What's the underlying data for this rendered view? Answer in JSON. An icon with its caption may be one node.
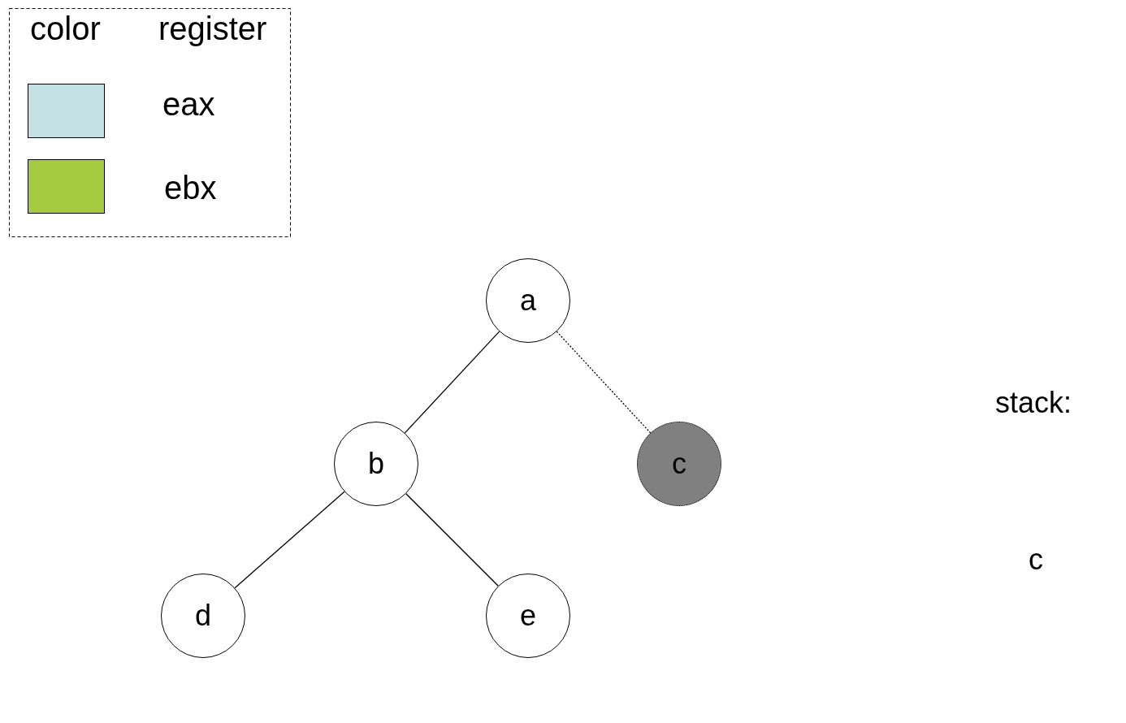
{
  "diagram": {
    "nodes": [
      {
        "text": [
          "a"
        ]
      },
      {
        "text": [
          "b"
        ]
      },
      {
        "text": [
          "c"
        ]
      },
      {
        "text": [
          "d"
        ]
      },
      {
        "text": [
          "e"
        ]
      }
    ],
    "edges": [
      {
        "from": 0,
        "to": 1,
        "arrow": "none"
      },
      {
        "from": 0,
        "to": 2,
        "arrow": "none",
        "style": "dashed"
      },
      {
        "from": 1,
        "to": 3,
        "arrow": "none"
      },
      {
        "from": 1,
        "to": 4,
        "arrow": "none"
      }
    ],
    "labels": [
      "color",
      "register",
      "stack:",
      "c"
    ],
    "legend": [
      {
        "text": "eax",
        "color": "#c4e2e4"
      },
      {
        "text": "ebx",
        "color": "#a5cc40"
      }
    ]
  }
}
